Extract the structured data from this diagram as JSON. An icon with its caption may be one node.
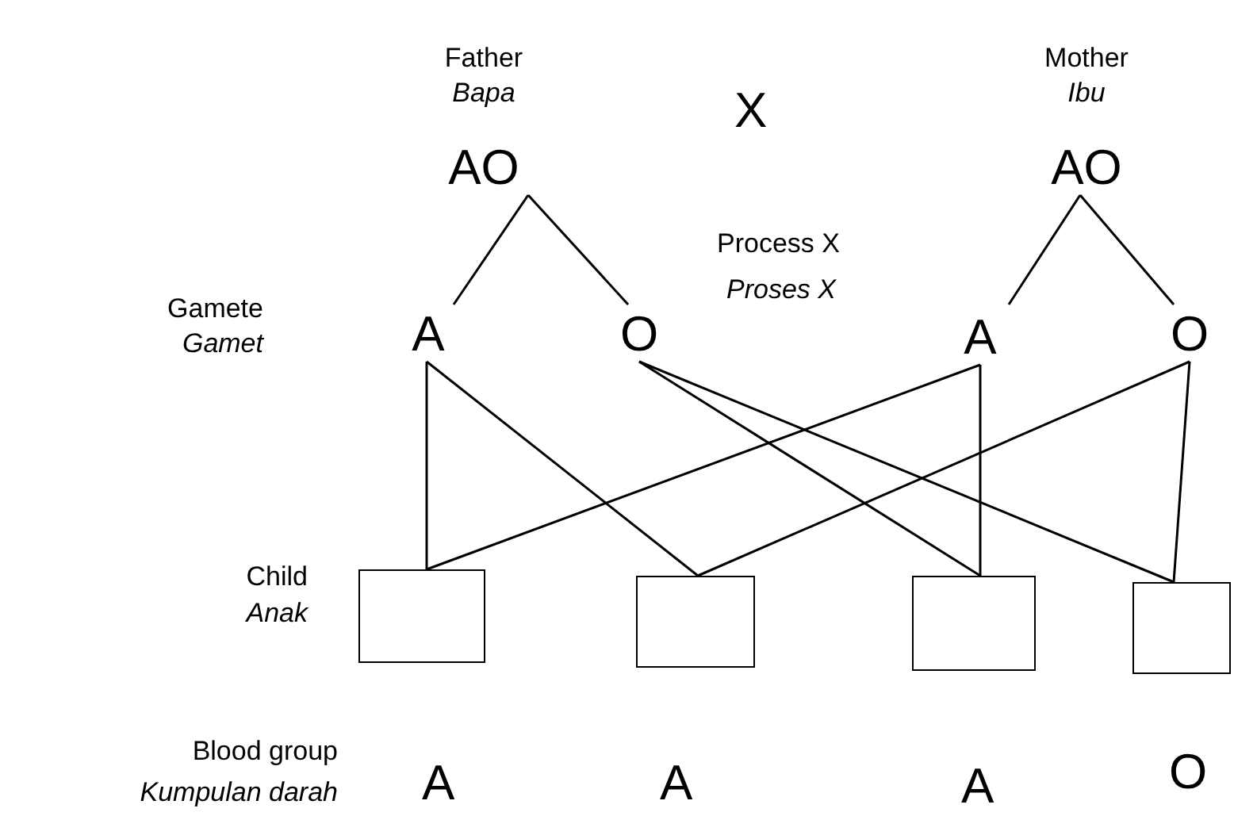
{
  "diagram": {
    "nodes": [
      {
        "text": [
          "AO"
        ],
        "beside": [
          "Father",
          "Bapa"
        ]
      },
      {
        "text": [
          "AO"
        ],
        "beside": [
          "Mother",
          "Ibu"
        ]
      },
      {
        "text": [
          "A"
        ]
      },
      {
        "text": [
          "O"
        ]
      },
      {
        "text": [
          "A"
        ]
      },
      {
        "text": [
          "O"
        ]
      },
      {
        "text": [],
        "shape": "box"
      },
      {
        "text": [],
        "shape": "box"
      },
      {
        "text": [],
        "shape": "box"
      },
      {
        "text": [],
        "shape": "box"
      }
    ],
    "edges": [
      {
        "from": 0,
        "to": 2,
        "arrow": "none"
      },
      {
        "from": 0,
        "to": 3,
        "arrow": "none"
      },
      {
        "from": 1,
        "to": 4,
        "arrow": "none"
      },
      {
        "from": 1,
        "to": 5,
        "arrow": "none"
      },
      {
        "from": 2,
        "to": 6,
        "arrow": "none"
      },
      {
        "from": 2,
        "to": 7,
        "arrow": "none"
      },
      {
        "from": 3,
        "to": 8,
        "arrow": "none"
      },
      {
        "from": 3,
        "to": 9,
        "arrow": "none"
      },
      {
        "from": 4,
        "to": 6,
        "arrow": "none"
      },
      {
        "from": 4,
        "to": 8,
        "arrow": "none"
      },
      {
        "from": 5,
        "to": 7,
        "arrow": "none"
      },
      {
        "from": 5,
        "to": 9,
        "arrow": "none"
      }
    ],
    "labels": [
      "X",
      "Process X",
      "Proses X",
      "Gamete",
      "Gamet",
      "Child",
      "Anak",
      "Blood group",
      "Kumpulan darah",
      "A",
      "A",
      "A",
      "O"
    ]
  }
}
